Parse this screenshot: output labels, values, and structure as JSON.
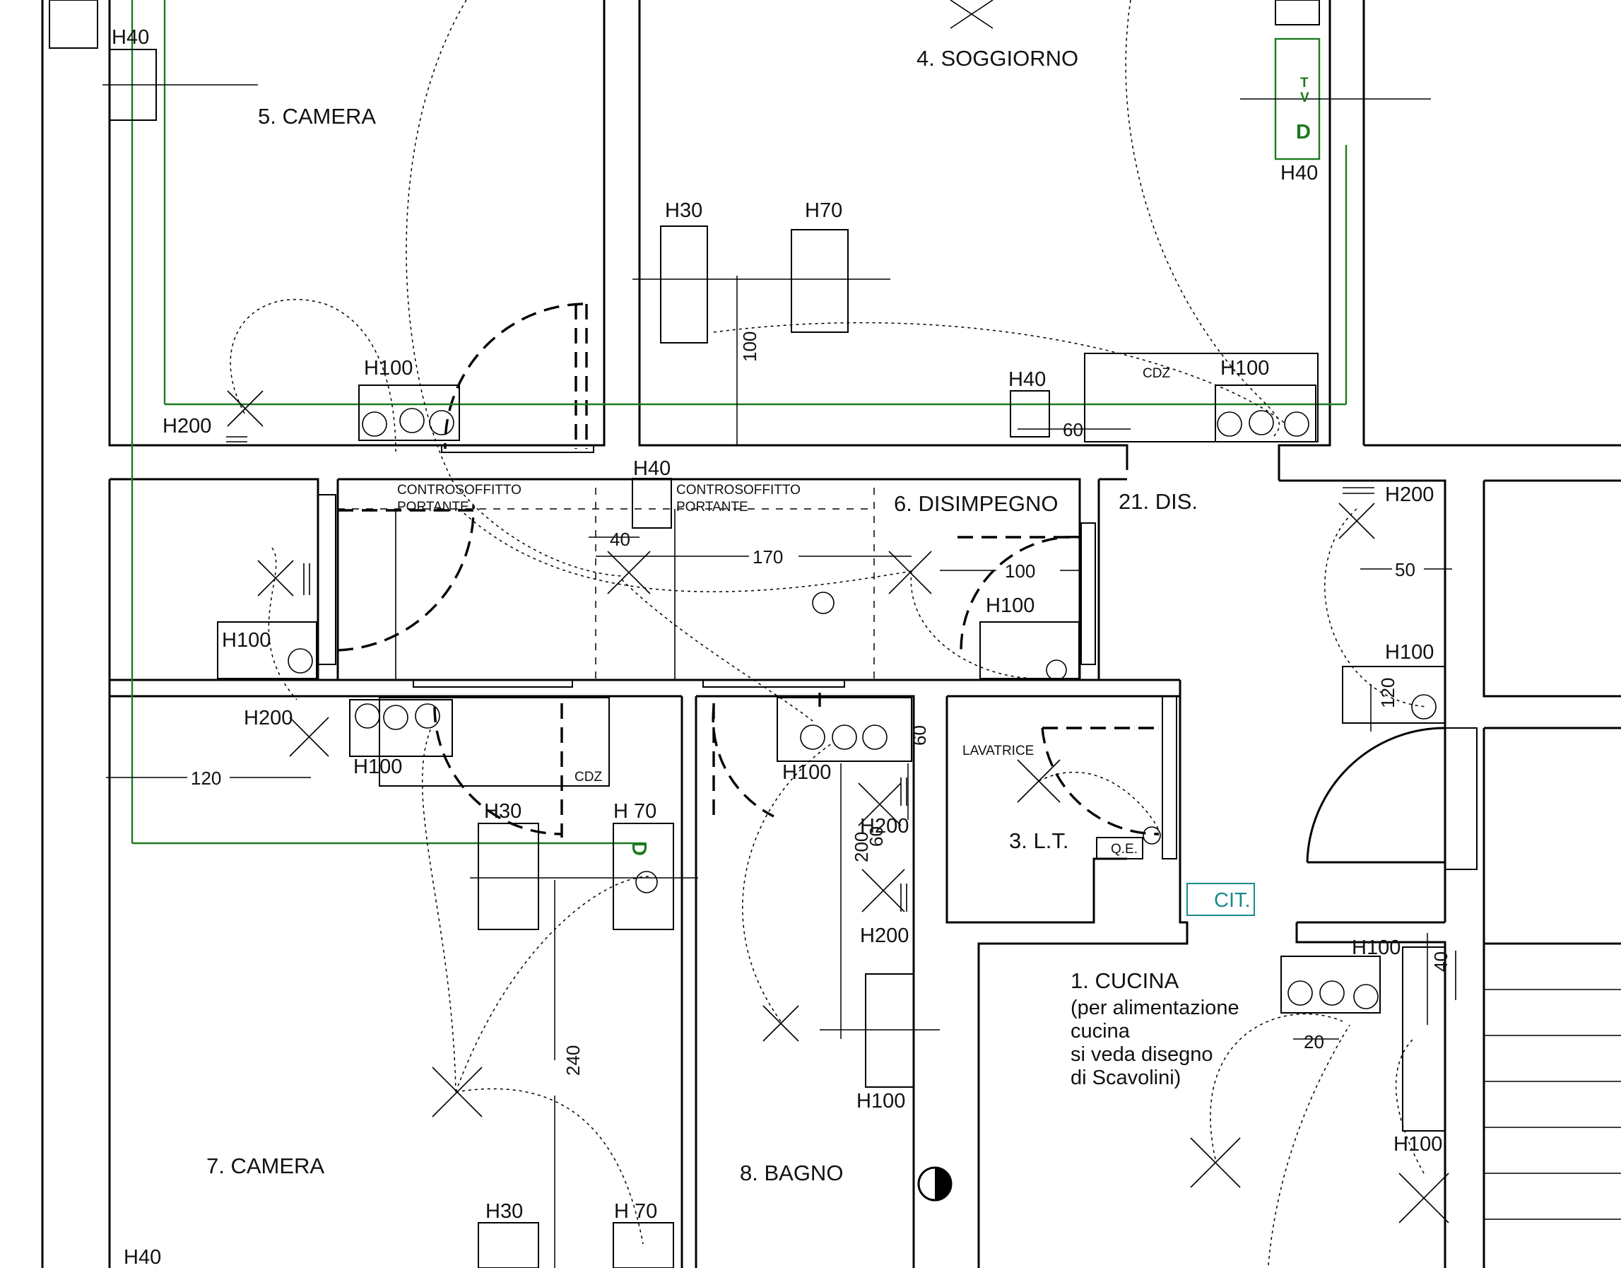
{
  "rooms": {
    "camera5": "5. CAMERA",
    "soggiorno": "4. SOGGIORNO",
    "disimpegno": "6. DISIMPEGNO",
    "dis21": "21. DIS.",
    "lt": "3. L.T.",
    "cucina": "1. CUCINA",
    "cucina_note": [
      "(per alimentazione",
      "cucina",
      "si veda disegno",
      "di Scavolini)"
    ],
    "camera7": "7. CAMERA",
    "bagno": "8. BAGNO"
  },
  "notes": {
    "controsoffitto1": [
      "CONTROSOFFITTO",
      "PORTANTE"
    ],
    "controsoffitto2": [
      "CONTROSOFFITTO",
      "PORTANTE"
    ],
    "lavatrice": "LAVATRICE",
    "cdz1": "CDZ",
    "cdz2": "CDZ",
    "qe": "Q.E.",
    "cit": "CIT.",
    "tv": "T\nV",
    "d1": "D",
    "d2": "D"
  },
  "heights": {
    "h40_a": "H40",
    "h30_a": "H30",
    "h70_a": "H70",
    "h40_tv": "H40",
    "h100_a": "H100",
    "h200_a": "H200",
    "h40_b": "H40",
    "h100_b": "H100",
    "h40_c": "H40",
    "h200_b": "H200",
    "h100_c": "H100",
    "h100_d": "H100",
    "h100_e": "H100",
    "h200_c": "H200",
    "h100_f": "H100",
    "h30_b": "H30",
    "h70_b": "H 70",
    "h100_g": "H100",
    "h200_d": "H200",
    "h200_e": "H200",
    "h100_h": "H100",
    "h100_i": "H100",
    "h100_j": "H100",
    "h30_c": "H30",
    "h70_c": "H 70",
    "h40_d": "H40"
  },
  "dimensions": {
    "d100_v": "100",
    "d60_a": "60",
    "d40": "40",
    "d170": "170",
    "d100_h": "100",
    "d50": "50",
    "d120_v": "120",
    "d120_h": "120",
    "d60_b": "60",
    "d200": "200",
    "d60_c": "60",
    "d240": "240",
    "d40_b": "40",
    "d20": "20"
  },
  "colors": {
    "wall": "#000000",
    "tv_line": "#1d7a1d",
    "intercom": "#1a8a8a"
  }
}
